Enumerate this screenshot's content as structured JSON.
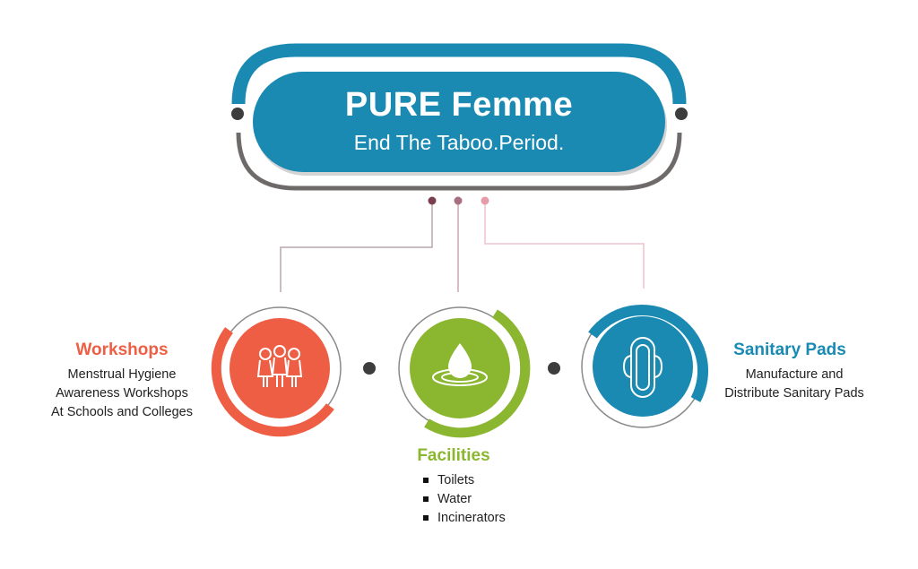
{
  "header": {
    "title": "PURE Femme",
    "tagline": "End The Taboo.Period."
  },
  "colors": {
    "blue": "#1a8ab3",
    "gray": "#6f6a6a",
    "dark_dot": "#3d3d3d",
    "orange": "#ee5e44",
    "green": "#8bb62f",
    "connector_1": "#7a3f4e",
    "connector_2": "#a8707e",
    "connector_3": "#e79aa8"
  },
  "pillars": [
    {
      "id": "workshops",
      "title": "Workshops",
      "icon": "three-women-icon",
      "description_lines": [
        "Menstrual Hygiene",
        "Awareness Workshops",
        "At Schools and Colleges"
      ]
    },
    {
      "id": "facilities",
      "title": "Facilities",
      "icon": "water-drop-icon",
      "bullets": [
        "Toilets",
        "Water",
        "Incinerators"
      ]
    },
    {
      "id": "sanitary-pads",
      "title": "Sanitary Pads",
      "icon": "sanitary-pad-icon",
      "description_lines": [
        "Manufacture and",
        "Distribute Sanitary Pads"
      ]
    }
  ]
}
